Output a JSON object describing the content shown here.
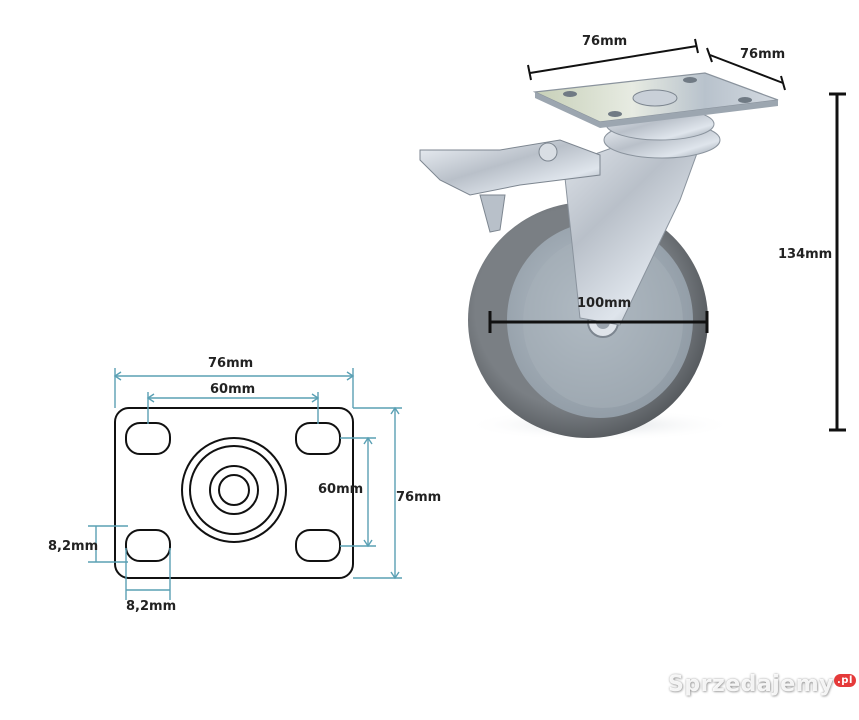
{
  "caster_dimensions": {
    "plate_width": "76mm",
    "plate_depth": "76mm",
    "total_height": "134mm",
    "wheel_diameter": "100mm"
  },
  "plate_drawing": {
    "outer_width": "76mm",
    "hole_spacing_horizontal": "60mm",
    "hole_spacing_vertical": "60mm",
    "outer_height": "76mm",
    "slot_height": "8,2mm",
    "slot_width": "8,2mm"
  },
  "watermark": {
    "text": "Sprzedajemy",
    "suffix": ".pl"
  },
  "colors": {
    "dimension_line": "#5aa0b4",
    "black_line": "#111111",
    "tire": "#6f7377",
    "hub": "#a9b4bd",
    "metal": "#c8ccd2"
  }
}
